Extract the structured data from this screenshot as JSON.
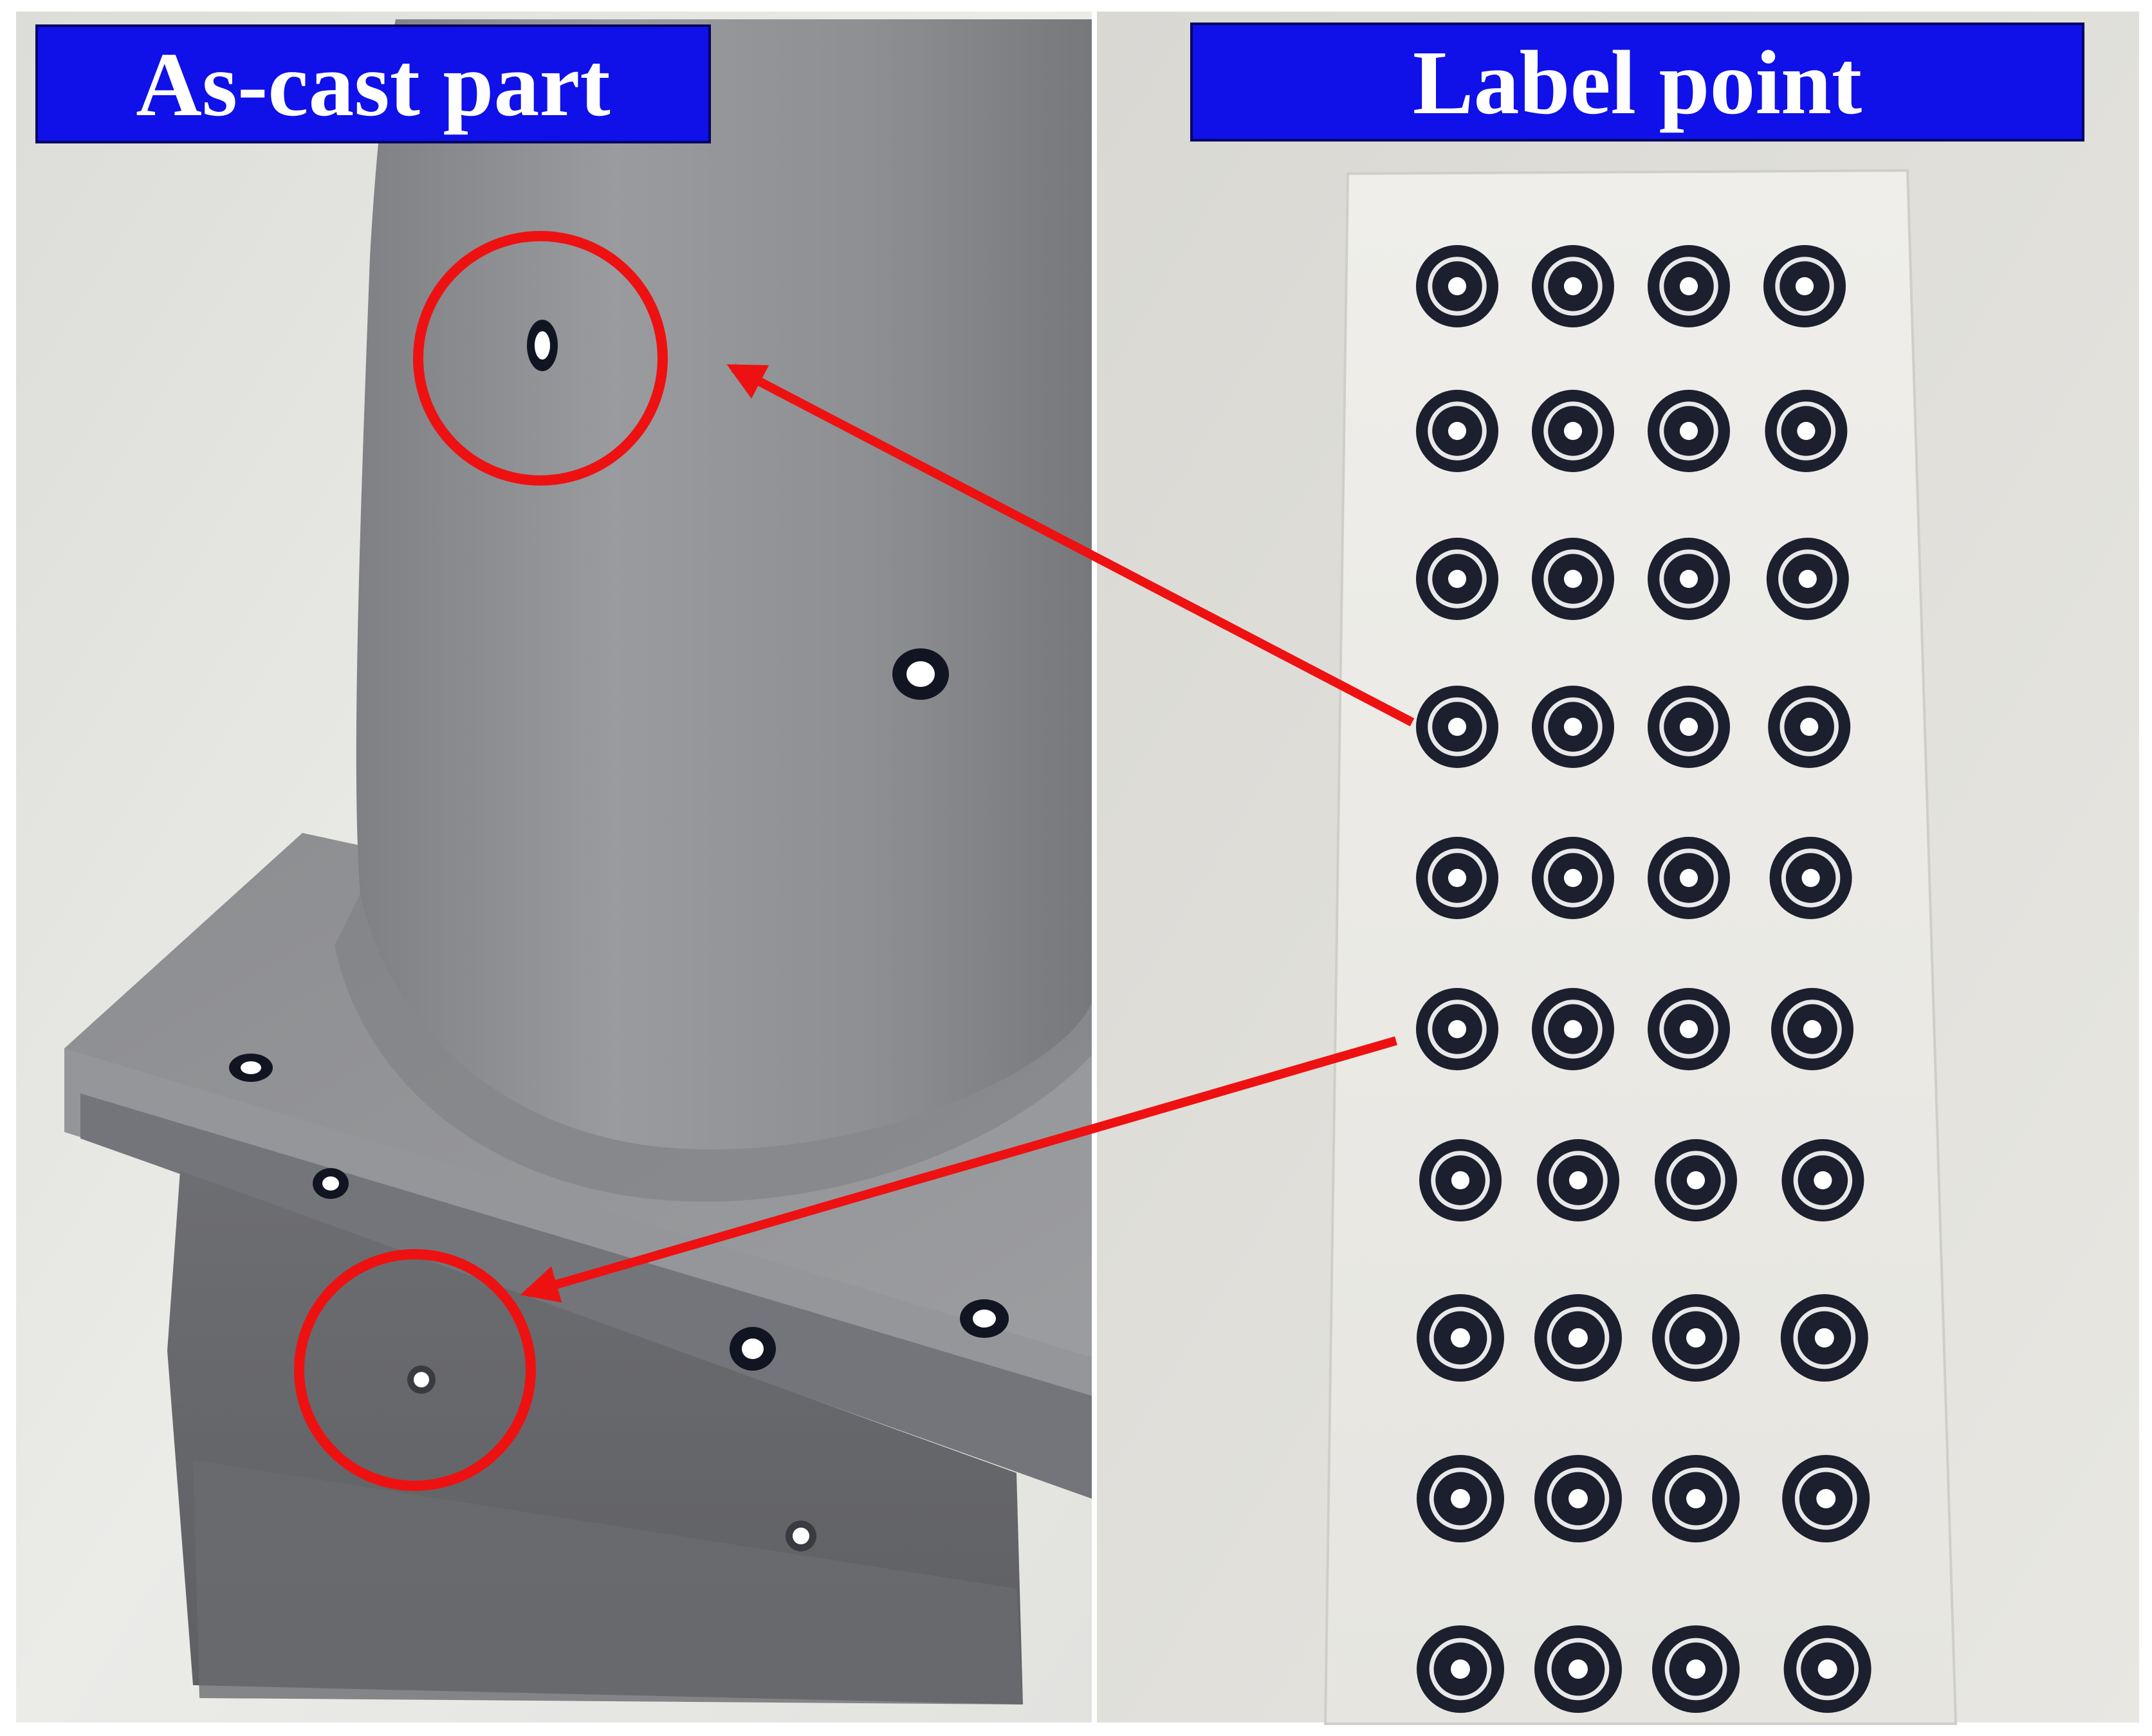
{
  "labels": {
    "left": "As-cast part",
    "right": "Label point"
  },
  "colors": {
    "label_bg": "#1010e8",
    "label_text": "#ffffff",
    "callout": "#ee1111",
    "part_metal": "#8a8a8c",
    "sheet": "#ecebe6",
    "marker_dark": "#1b1f2e",
    "background": "#e4e3df"
  },
  "panels": [
    {
      "name": "as-cast-part-photo",
      "content": "cast metal blade with base, adhesive reference markers applied"
    },
    {
      "name": "label-point-sheet-photo",
      "content": "sheet of circular coded reference markers"
    }
  ],
  "marker_grid": {
    "rows": 10,
    "columns": 4
  },
  "callouts": [
    {
      "from": "sheet-marker-row-4",
      "to": "upper-circled-marker"
    },
    {
      "from": "sheet-marker-row-6",
      "to": "lower-circled-marker"
    }
  ]
}
